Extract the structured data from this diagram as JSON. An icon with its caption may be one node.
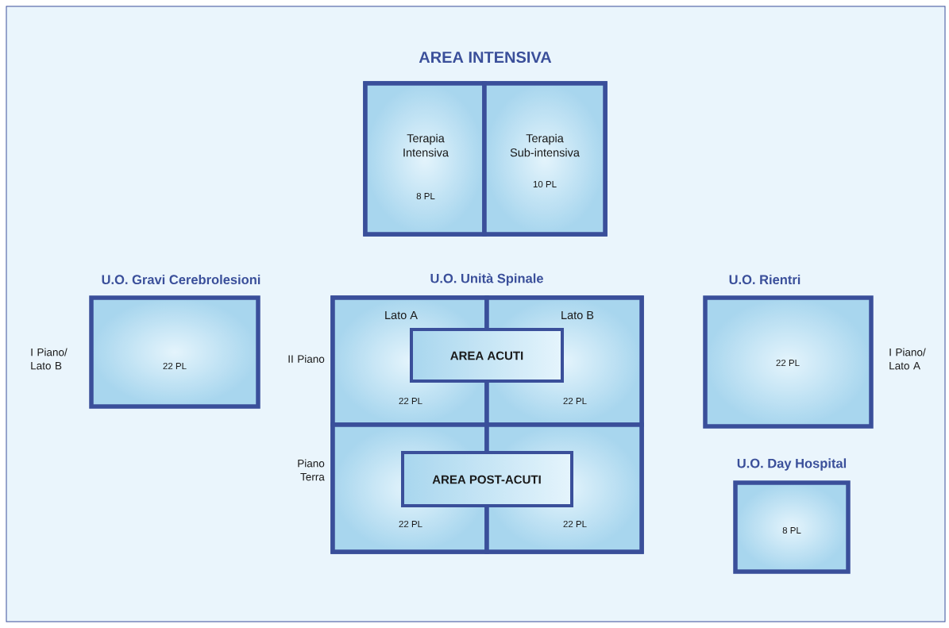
{
  "diagram": {
    "nodes": [
      {
        "text": [
          "AREA INTENSIVA"
        ]
      },
      {
        "text": [
          "Terapia Intensiva",
          "8 PL"
        ],
        "in": 0
      },
      {
        "text": [
          "Terapia Sub-intensiva",
          "10 PL"
        ],
        "in": 0
      },
      {
        "text": [
          "U.O. Gravi Cerebrolesioni",
          "22 PL"
        ],
        "beside": [
          "I Piano/ Lato B"
        ]
      },
      {
        "text": [
          "U.O. Unità Spinale"
        ]
      },
      {
        "text": [
          "Lato A",
          "22 PL"
        ],
        "in": 4
      },
      {
        "text": [
          "Lato B",
          "22 PL"
        ],
        "in": 4
      },
      {
        "text": [
          "AREA ACUTI"
        ],
        "in": 4
      },
      {
        "text": [
          "22 PL"
        ],
        "in": 4
      },
      {
        "text": [
          "22 PL"
        ],
        "in": 4
      },
      {
        "text": [
          "AREA POST-ACUTI"
        ],
        "in": 4
      },
      {
        "text": [
          "U.O. Rientri",
          "22 PL"
        ],
        "beside": [
          "I Piano/ Lato A"
        ]
      },
      {
        "text": [
          "U.O. Day Hospital",
          "8 PL"
        ]
      }
    ],
    "edges": [],
    "labels": [
      "II Piano",
      "Piano Terra"
    ]
  }
}
